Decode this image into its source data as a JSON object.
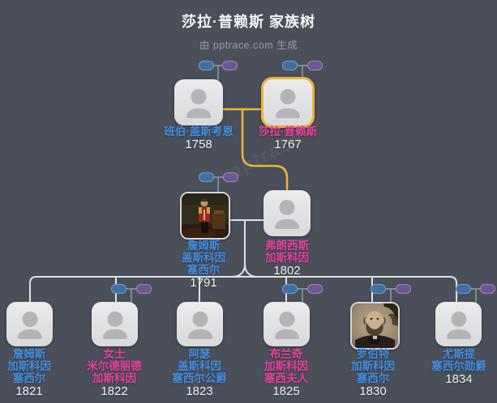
{
  "header": {
    "title": "莎拉·普赖斯 家族树",
    "subtitle": "由 pptrace.com 生成"
  },
  "watermark": "pptrace",
  "colors": {
    "bg": "#4a4f5a",
    "name-blue": "#3f8ee0",
    "name-pink": "#ea3f9e",
    "year": "#f2f3f5",
    "highlight": "#eeb53a",
    "line": "#dfe2e7",
    "line-gray": "#818896",
    "mini-blue": "#3d70a6",
    "mini-purple": "#6d5697",
    "silhouette": "#b4b4b8"
  },
  "nodes": {
    "bamber": {
      "line1": "班伯·盖斯考恩",
      "year": "1758"
    },
    "sarah": {
      "line1": "莎拉·普赖斯",
      "year": "1767"
    },
    "james_sr": {
      "line1": "詹姆斯",
      "line2": "盖斯科因",
      "line3": "塞西尔",
      "year": "1791"
    },
    "frances": {
      "line1": "弗朗西斯",
      "line2": "加斯科因",
      "year": "1802"
    },
    "james_jr": {
      "line1": "詹姆斯",
      "line2": "加斯科因",
      "line3": "塞西尔",
      "year": "1821"
    },
    "mildred": {
      "line1": "女士",
      "line2": "米尔德丽德",
      "line3": "加斯科因",
      "year": "1822"
    },
    "arthur": {
      "line1": "阿瑟",
      "line2": "盖斯科因",
      "line3": "塞西尔公爵",
      "year": "1823"
    },
    "blanche": {
      "line1": "布兰奇",
      "line2": "加斯科因",
      "line3": "塞西夫人",
      "year": "1825"
    },
    "robert": {
      "line1": "罗伯特",
      "line2": "加斯科因",
      "line3": "塞西尔",
      "year": "1830"
    },
    "eustace": {
      "line1": "尤斯提",
      "line2": "塞西尔勋爵",
      "year": "1834"
    }
  }
}
